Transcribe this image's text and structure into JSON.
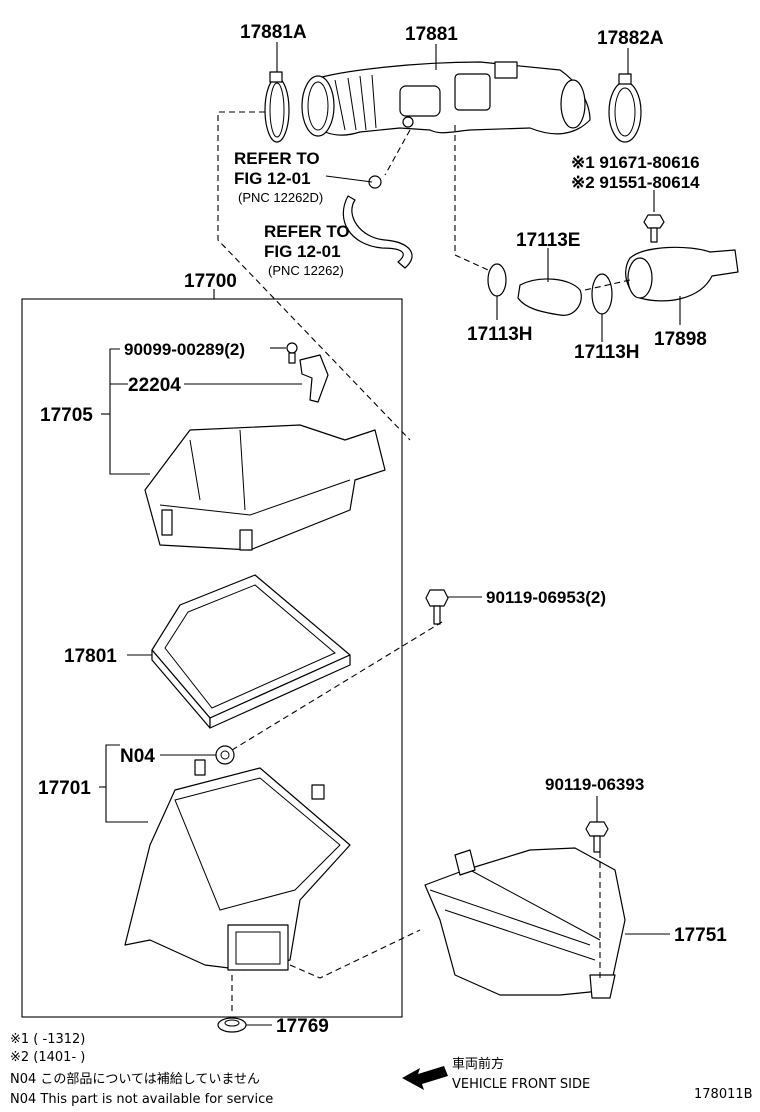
{
  "callouts": {
    "c17881a": "17881A",
    "c17881": "17881",
    "c17882a": "17882A",
    "c91671": "※1 91671-80616",
    "c91551": "※2 91551-80614",
    "refer1_a": "REFER TO",
    "refer1_b": "FIG 12-01",
    "refer1_c": "(PNC 12262D)",
    "refer2_a": "REFER TO",
    "refer2_b": "FIG 12-01",
    "refer2_c": "(PNC 12262)",
    "c17113e": "17113E",
    "c17113h_left": "17113H",
    "c17113h_right": "17113H",
    "c17898": "17898",
    "c17700": "17700",
    "c90099": "90099-00289(2)",
    "c22204": "22204",
    "c17705": "17705",
    "c90119_06953": "90119-06953(2)",
    "c17801": "17801",
    "cN04": "N04",
    "c17701": "17701",
    "c90119_06393": "90119-06393",
    "c17751": "17751",
    "c17769": "17769"
  },
  "notes": {
    "n1": "※1 (      -1312)",
    "n2": "※2 (1401-       )",
    "n3": "N04  この部品については補給していません",
    "n4": "N04  This part is not available for service"
  },
  "direction": {
    "jp": "車両前方",
    "en": "VEHICLE FRONT SIDE",
    "icon": "arrow-left-icon"
  },
  "figure_id": "178011B"
}
